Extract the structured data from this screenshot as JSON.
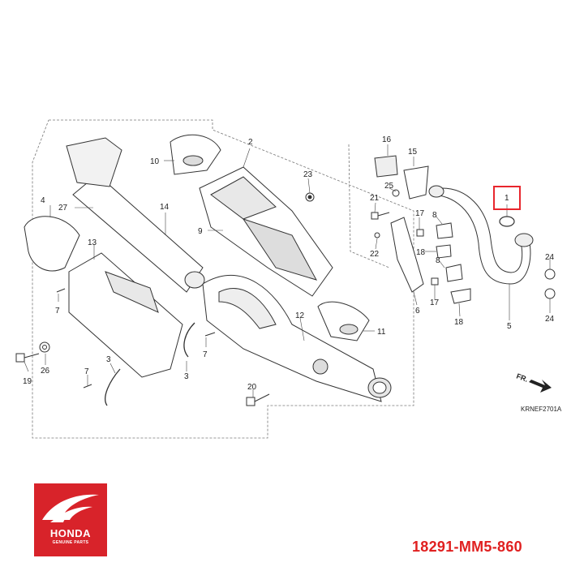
{
  "diagram": {
    "callouts": [
      "1",
      "2",
      "3",
      "3",
      "4",
      "5",
      "6",
      "7",
      "7",
      "7",
      "8",
      "8",
      "9",
      "10",
      "11",
      "12",
      "13",
      "14",
      "15",
      "16",
      "17",
      "17",
      "18",
      "18",
      "19",
      "20",
      "21",
      "22",
      "23",
      "24",
      "24",
      "25",
      "26",
      "27"
    ],
    "highlighted_callout": "1",
    "direction_label": "FR.",
    "drawing_ref": "KRNEF2701A"
  },
  "brand": {
    "name": "HONDA",
    "tagline": "GENUINE PARTS"
  },
  "part_number": "18291-MM5-860",
  "colors": {
    "accent": "#e02020",
    "logo_bg": "#d8232a",
    "highlight_box": "#e8262d",
    "line": "#333333"
  }
}
